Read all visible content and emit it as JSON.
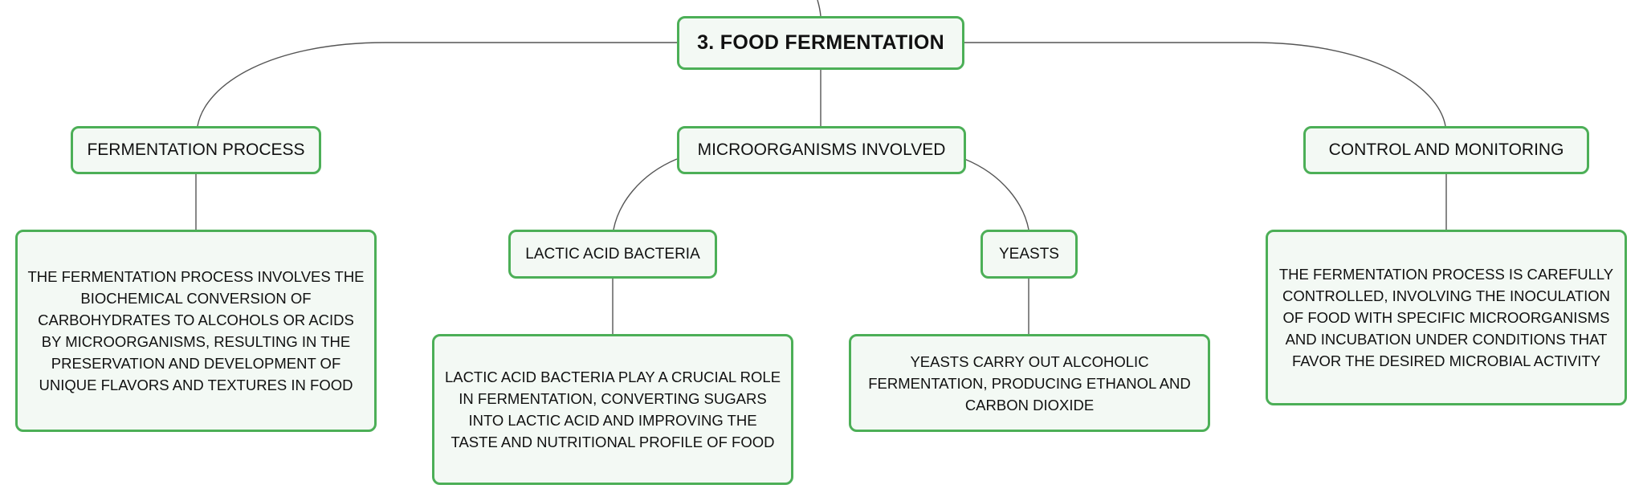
{
  "diagram": {
    "root": {
      "label": "3. FOOD FERMENTATION"
    },
    "branches": {
      "fermentation_process": {
        "label": "FERMENTATION PROCESS",
        "detail": "THE FERMENTATION PROCESS INVOLVES THE BIOCHEMICAL CONVERSION OF CARBOHYDRATES TO ALCOHOLS OR ACIDS BY MICROORGANISMS, RESULTING IN THE PRESERVATION AND DEVELOPMENT OF UNIQUE FLAVORS AND TEXTURES IN FOOD"
      },
      "microorganisms_involved": {
        "label": "MICROORGANISMS INVOLVED",
        "children": {
          "lactic_acid_bacteria": {
            "label": "LACTIC ACID BACTERIA",
            "detail": "LACTIC ACID BACTERIA PLAY A CRUCIAL ROLE IN FERMENTATION, CONVERTING SUGARS INTO LACTIC ACID AND IMPROVING THE TASTE AND NUTRITIONAL PROFILE OF FOOD"
          },
          "yeasts": {
            "label": "YEASTS",
            "detail": "YEASTS CARRY OUT ALCOHOLIC FERMENTATION, PRODUCING ETHANOL AND CARBON DIOXIDE"
          }
        }
      },
      "control_and_monitoring": {
        "label": "CONTROL AND MONITORING",
        "detail": "THE FERMENTATION PROCESS IS CAREFULLY CONTROLLED, INVOLVING THE INOCULATION OF FOOD WITH SPECIFIC MICROORGANISMS AND INCUBATION UNDER CONDITIONS THAT FAVOR THE DESIRED MICROBIAL ACTIVITY"
      }
    },
    "colors": {
      "border": "#4caf57",
      "fill": "#f3f9f4",
      "connector": "#555555",
      "text": "#111111"
    }
  }
}
